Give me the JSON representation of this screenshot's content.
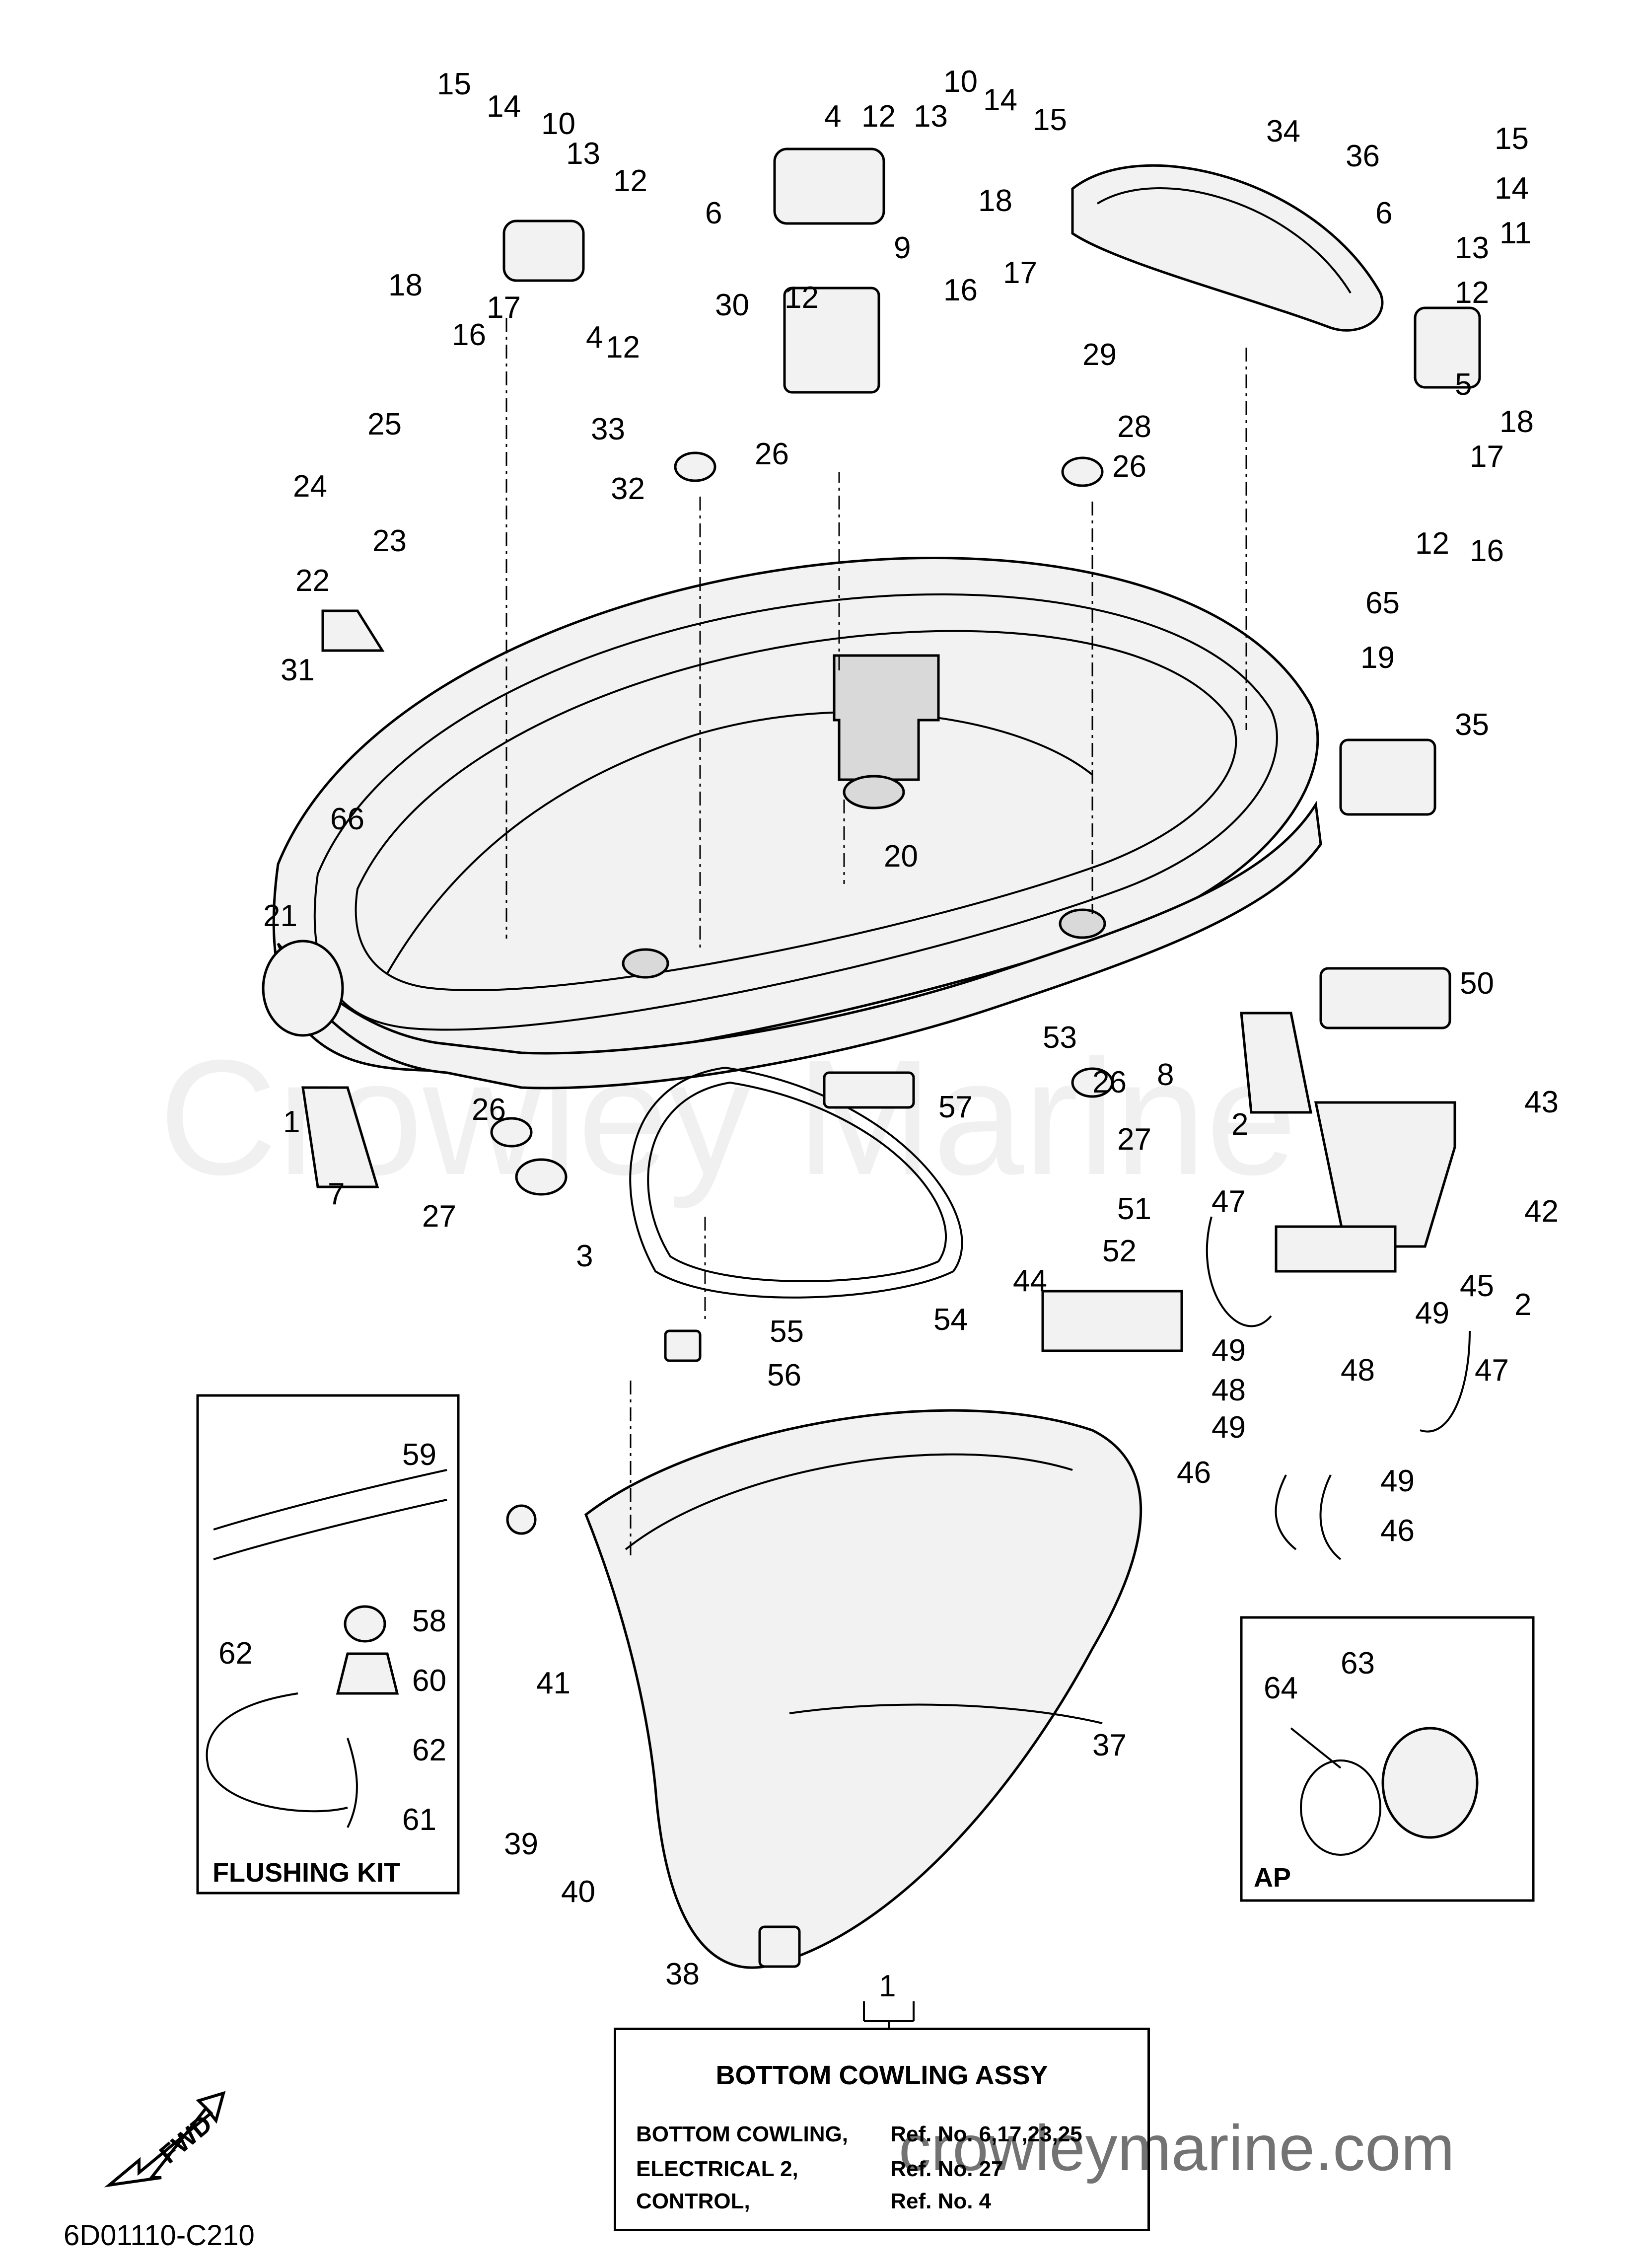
{
  "watermark_text": "Crowley Marine",
  "site_text": "crowleymarine.com",
  "drawing_code": "6D01110-C210",
  "fwd_label": "FWD",
  "flushing_kit": {
    "caption": "FLUSHING KIT",
    "callouts": [
      "59",
      "58",
      "60",
      "62",
      "62",
      "61"
    ]
  },
  "ap_inset": {
    "caption": "AP",
    "callouts": [
      "64",
      "63"
    ]
  },
  "assembly": {
    "callout": "1",
    "title": "BOTTOM COWLING ASSY",
    "rows": [
      {
        "name": "BOTTOM COWLING,",
        "ref": "Ref. No. 6,17,23,25"
      },
      {
        "name": "ELECTRICAL 2,",
        "ref": "Ref. No. 27"
      },
      {
        "name": "CONTROL,",
        "ref": "Ref. No. 4"
      }
    ]
  },
  "callouts": [
    "15",
    "14",
    "10",
    "13",
    "12",
    "6",
    "4",
    "12",
    "13",
    "10",
    "14",
    "15",
    "34",
    "15",
    "14",
    "11",
    "36",
    "6",
    "13",
    "12",
    "18",
    "17",
    "16",
    "4",
    "12",
    "18",
    "9",
    "12",
    "16",
    "17",
    "30",
    "29",
    "28",
    "26",
    "33",
    "32",
    "26",
    "5",
    "18",
    "17",
    "16",
    "12",
    "25",
    "24",
    "23",
    "22",
    "65",
    "19",
    "31",
    "35",
    "66",
    "20",
    "21",
    "50",
    "1",
    "8",
    "53",
    "26",
    "26",
    "27",
    "43",
    "7",
    "27",
    "3",
    "57",
    "2",
    "47",
    "42",
    "51",
    "52",
    "45",
    "44",
    "55",
    "54",
    "49",
    "2",
    "49",
    "48",
    "48",
    "47",
    "56",
    "49",
    "49",
    "46",
    "46",
    "41",
    "37",
    "39",
    "40",
    "38"
  ]
}
